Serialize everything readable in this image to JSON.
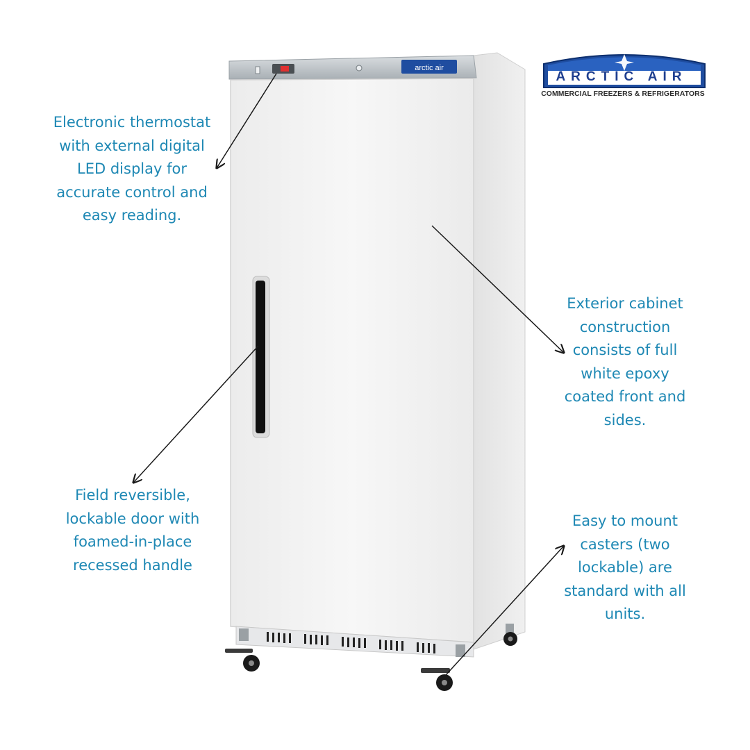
{
  "brand": {
    "name": "ARCTIC AIR",
    "tagline": "COMMERCIAL FREEZERS & REFRIGERATORS",
    "panel_badge": "arctic air",
    "blue": "#1f4da0",
    "silver": "#c9ced2"
  },
  "callouts": {
    "thermostat": [
      "Electronic thermostat",
      "with external digital",
      "LED display for",
      "accurate control and",
      "easy reading."
    ],
    "cabinet": [
      "Exterior cabinet",
      "construction",
      "consists of full",
      "white epoxy",
      "coated front and",
      "sides."
    ],
    "door": [
      "Field reversible,",
      "lockable door with",
      "foamed-in-place",
      "recessed handle"
    ],
    "casters": [
      "Easy to mount",
      "casters (two",
      "lockable) are",
      "standard with all",
      "units."
    ]
  },
  "colors": {
    "callout_text": "#1e88b4",
    "arrow": "#1a1a1a",
    "cabinet_white": "#f4f4f4",
    "display_red": "#e03030"
  }
}
